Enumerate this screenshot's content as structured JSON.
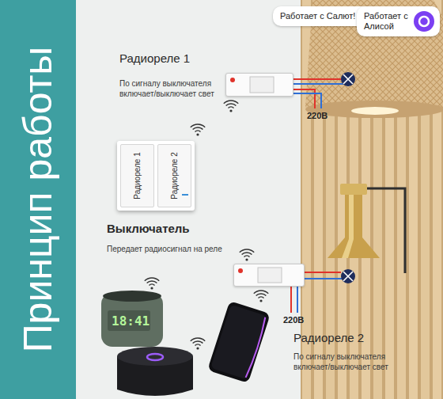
{
  "diagram": {
    "title": "Принцип работы",
    "nodes": [
      {
        "text": [
          "Работает с Салют!"
        ]
      },
      {
        "text": [
          "Работает с Алисой"
        ]
      },
      {
        "text": [
          "Радиореле 1",
          "По сигналу выключателя включает/выключает свет"
        ]
      },
      {
        "text": [
          "Выключатель",
          "Передает радиосигнал на реле"
        ]
      },
      {
        "text": [
          "Радиореле 1"
        ],
        "in": 3
      },
      {
        "text": [
          "Радиореле 2"
        ],
        "in": 3
      },
      {
        "text": [
          "Радиореле 2",
          "По сигналу выключателя включает/выключает свет"
        ]
      }
    ],
    "labels": [
      "220В",
      "220В",
      "18:41"
    ]
  }
}
